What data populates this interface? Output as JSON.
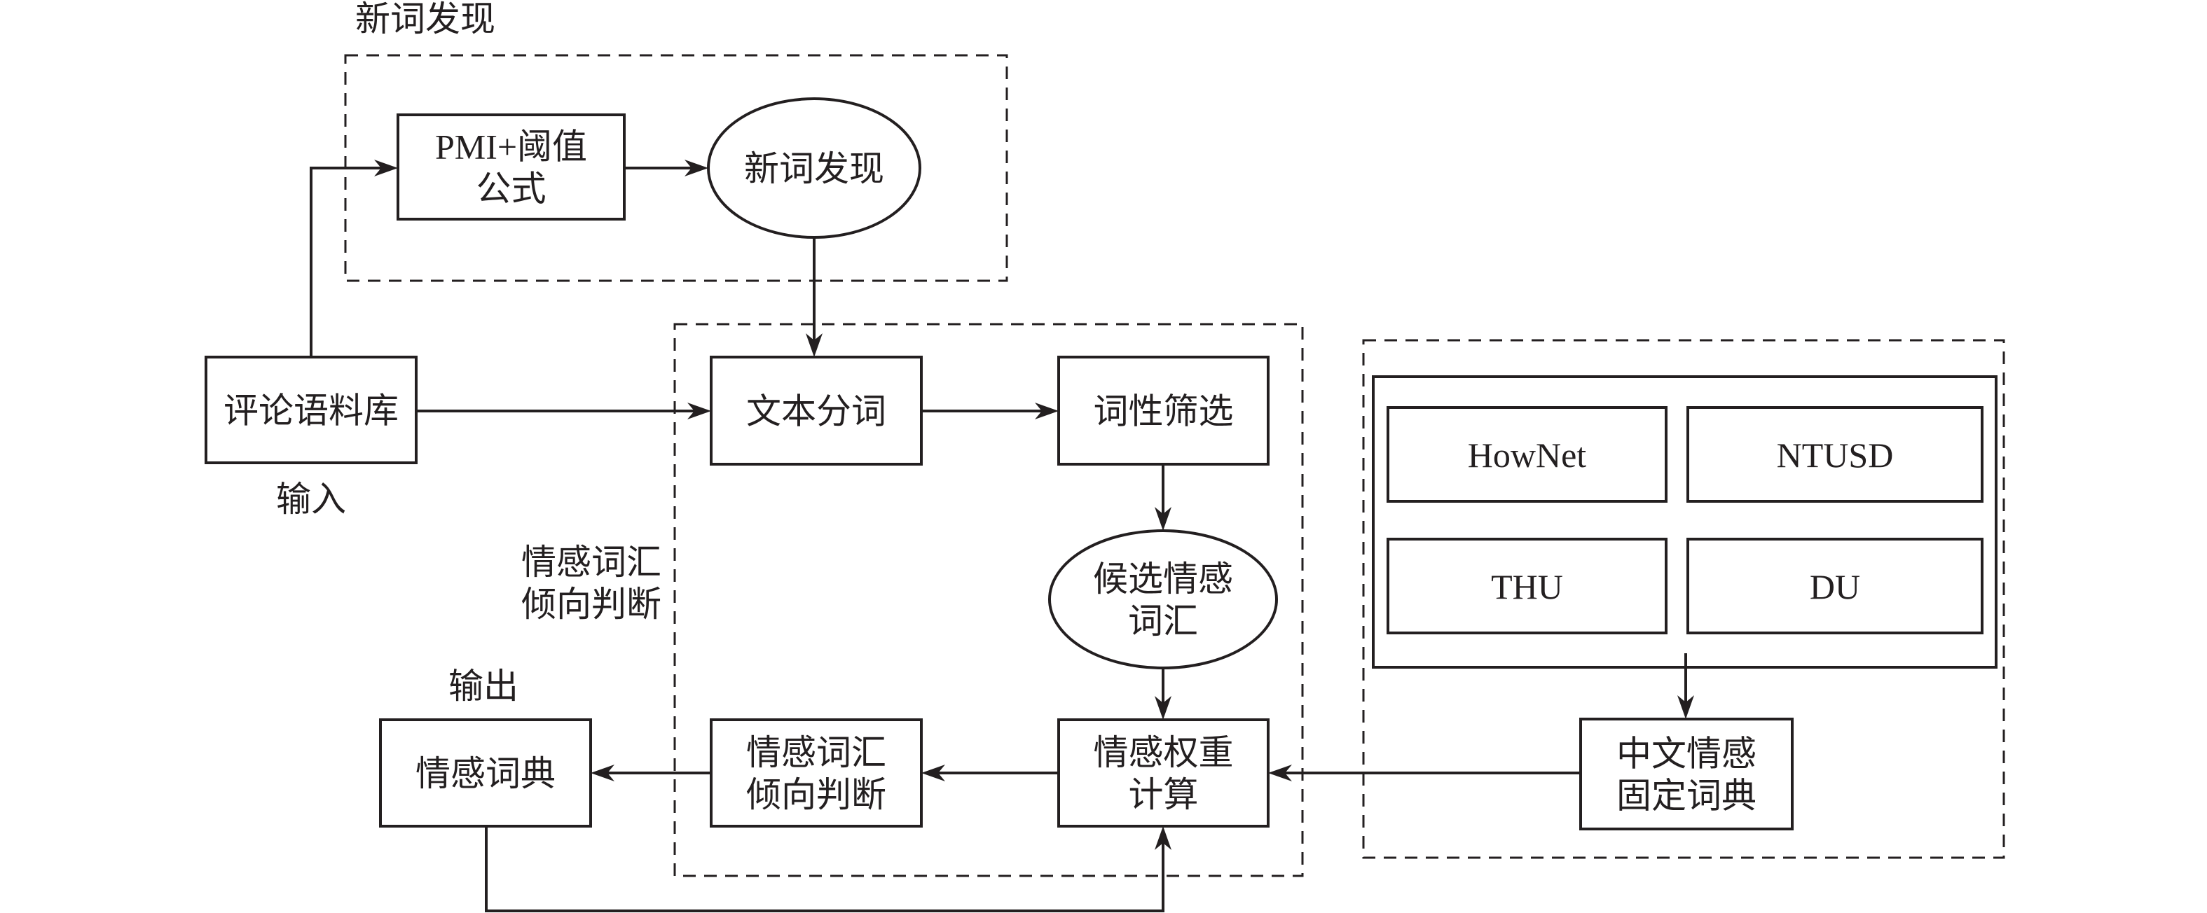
{
  "diagram": {
    "groups": [
      {
        "id": "new-word-discovery",
        "label": "新词发现"
      },
      {
        "id": "sentiment-processing",
        "label": "情感词汇\n倾向判断"
      },
      {
        "id": "fixed-lexicon-group",
        "label": ""
      }
    ],
    "inner_container": {
      "id": "base-lexicons"
    },
    "nodes": [
      {
        "id": "pmi-threshold",
        "shape": "rect",
        "lines": [
          "PMI+阈值",
          "公式"
        ]
      },
      {
        "id": "new-word-node",
        "shape": "ellipse",
        "lines": [
          "新词发现"
        ]
      },
      {
        "id": "review-corpus",
        "shape": "rect",
        "lines": [
          "评论语料库"
        ]
      },
      {
        "id": "text-segmentation",
        "shape": "rect",
        "lines": [
          "文本分词"
        ]
      },
      {
        "id": "pos-filter",
        "shape": "rect",
        "lines": [
          "词性筛选"
        ]
      },
      {
        "id": "candidate-words",
        "shape": "ellipse",
        "lines": [
          "候选情感",
          "词汇"
        ]
      },
      {
        "id": "weight-calc",
        "shape": "rect",
        "lines": [
          "情感权重",
          "计算"
        ]
      },
      {
        "id": "polarity-judgement",
        "shape": "rect",
        "lines": [
          "情感词汇",
          "倾向判断"
        ]
      },
      {
        "id": "sentiment-dictionary",
        "shape": "rect",
        "lines": [
          "情感词典"
        ]
      },
      {
        "id": "chinese-fixed-lexicon",
        "shape": "rect",
        "lines": [
          "中文情感",
          "固定词典"
        ]
      },
      {
        "id": "hownet",
        "shape": "rect",
        "lines": [
          "HowNet"
        ]
      },
      {
        "id": "ntusd",
        "shape": "rect",
        "lines": [
          "NTUSD"
        ]
      },
      {
        "id": "thu",
        "shape": "rect",
        "lines": [
          "THU"
        ]
      },
      {
        "id": "du",
        "shape": "rect",
        "lines": [
          "DU"
        ]
      }
    ],
    "labels": [
      {
        "id": "input-label",
        "text": "输入"
      },
      {
        "id": "output-label",
        "text": "输出"
      }
    ],
    "edges": [
      {
        "from": "review-corpus",
        "to": "pmi-threshold"
      },
      {
        "from": "pmi-threshold",
        "to": "new-word-node"
      },
      {
        "from": "new-word-node",
        "to": "text-segmentation"
      },
      {
        "from": "review-corpus",
        "to": "text-segmentation"
      },
      {
        "from": "text-segmentation",
        "to": "pos-filter"
      },
      {
        "from": "pos-filter",
        "to": "candidate-words"
      },
      {
        "from": "candidate-words",
        "to": "weight-calc"
      },
      {
        "from": "weight-calc",
        "to": "polarity-judgement"
      },
      {
        "from": "polarity-judgement",
        "to": "sentiment-dictionary"
      },
      {
        "from": "base-lexicons",
        "to": "chinese-fixed-lexicon"
      },
      {
        "from": "chinese-fixed-lexicon",
        "to": "weight-calc"
      },
      {
        "from": "sentiment-dictionary",
        "to": "weight-calc"
      }
    ],
    "colors": {
      "ink": "#231f20",
      "background": "#ffffff"
    }
  }
}
